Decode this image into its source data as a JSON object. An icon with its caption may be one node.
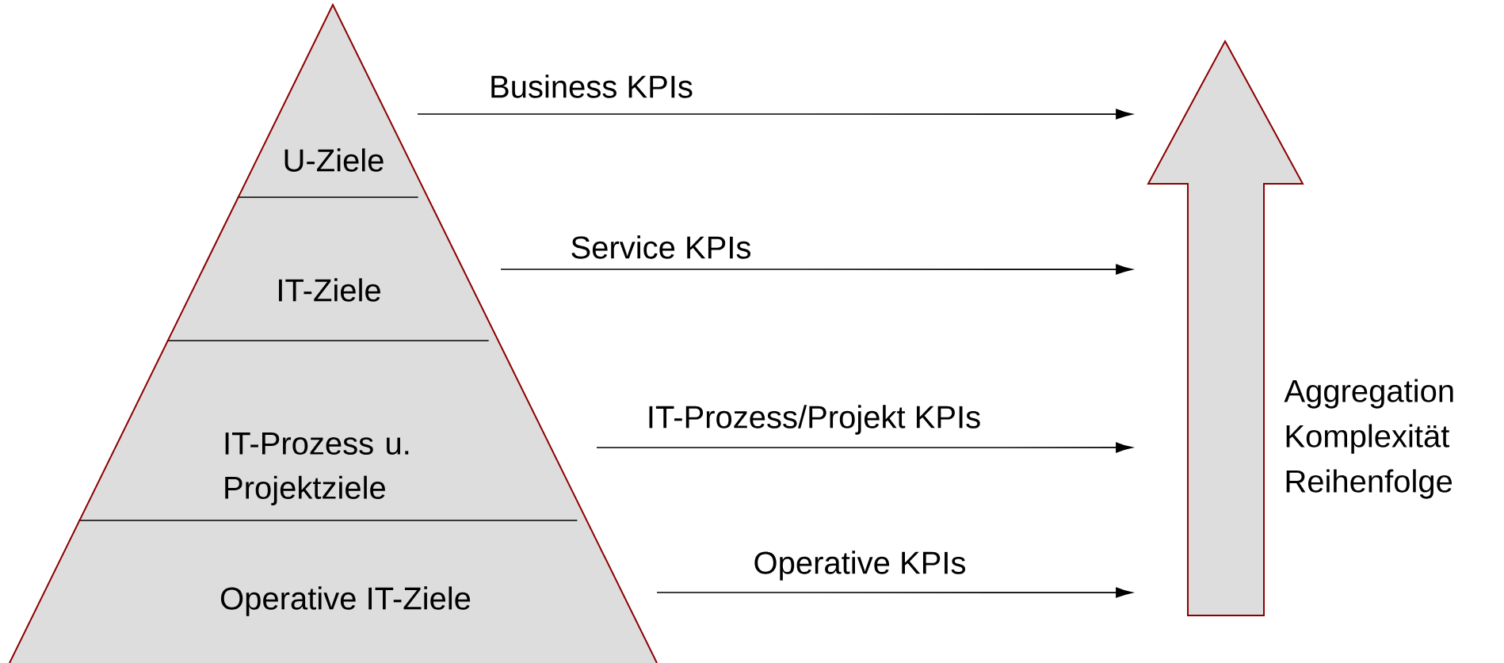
{
  "diagram": {
    "nodes": [
      {
        "text": [
          "U-Ziele"
        ]
      },
      {
        "text": [
          "IT-Ziele"
        ]
      },
      {
        "text": [
          "IT-Prozess u. Projektziele"
        ]
      },
      {
        "text": [
          "Operative IT-Ziele"
        ]
      },
      {
        "text": [],
        "shape": "arrow",
        "beside": [
          "Aggregation Komplexität Reihenfolge"
        ]
      }
    ],
    "edges": [
      {
        "from": 0,
        "to": 4,
        "arrow": "to",
        "label": "Business KPIs"
      },
      {
        "from": 1,
        "to": 4,
        "arrow": "to",
        "label": "Service KPIs"
      },
      {
        "from": 2,
        "to": 4,
        "arrow": "to",
        "label": "IT-Prozess/Projekt KPIs"
      },
      {
        "from": 3,
        "to": 4,
        "arrow": "to",
        "label": "Operative KPIs"
      }
    ]
  }
}
